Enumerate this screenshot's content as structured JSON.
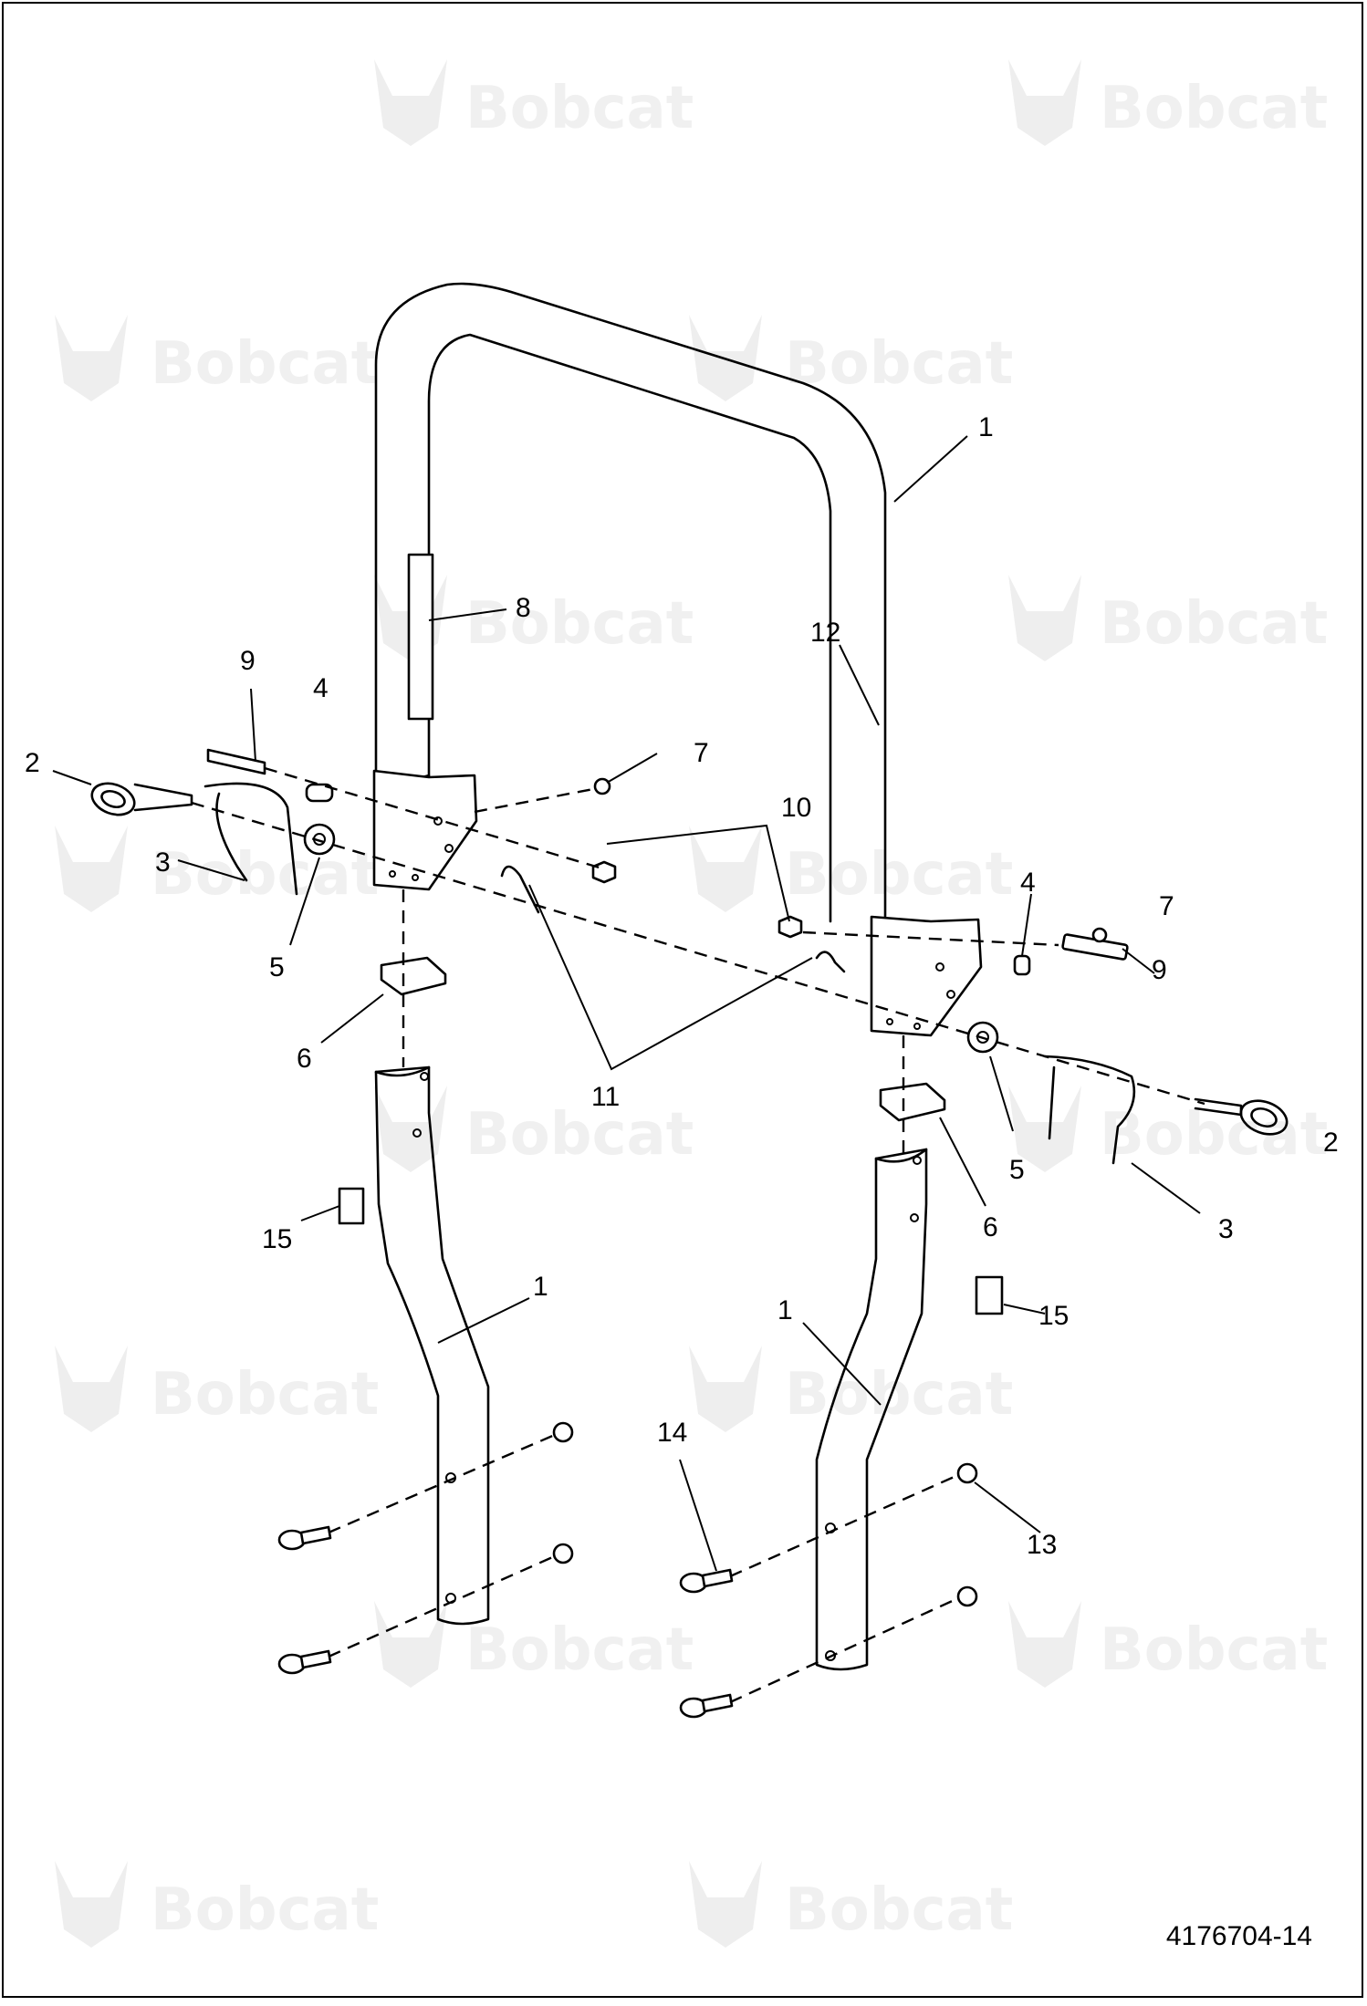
{
  "diagram": {
    "watermark_text": "Bobcat",
    "document_number": "4176704-14",
    "callouts": {
      "c1": "1",
      "c2": "2",
      "c3": "3",
      "c4": "4",
      "c5": "5",
      "c6": "6",
      "c7": "7",
      "c8": "8",
      "c9": "9",
      "c10": "10",
      "c11": "11",
      "c12": "12",
      "c13": "13",
      "c14": "14",
      "c15": "15"
    }
  }
}
